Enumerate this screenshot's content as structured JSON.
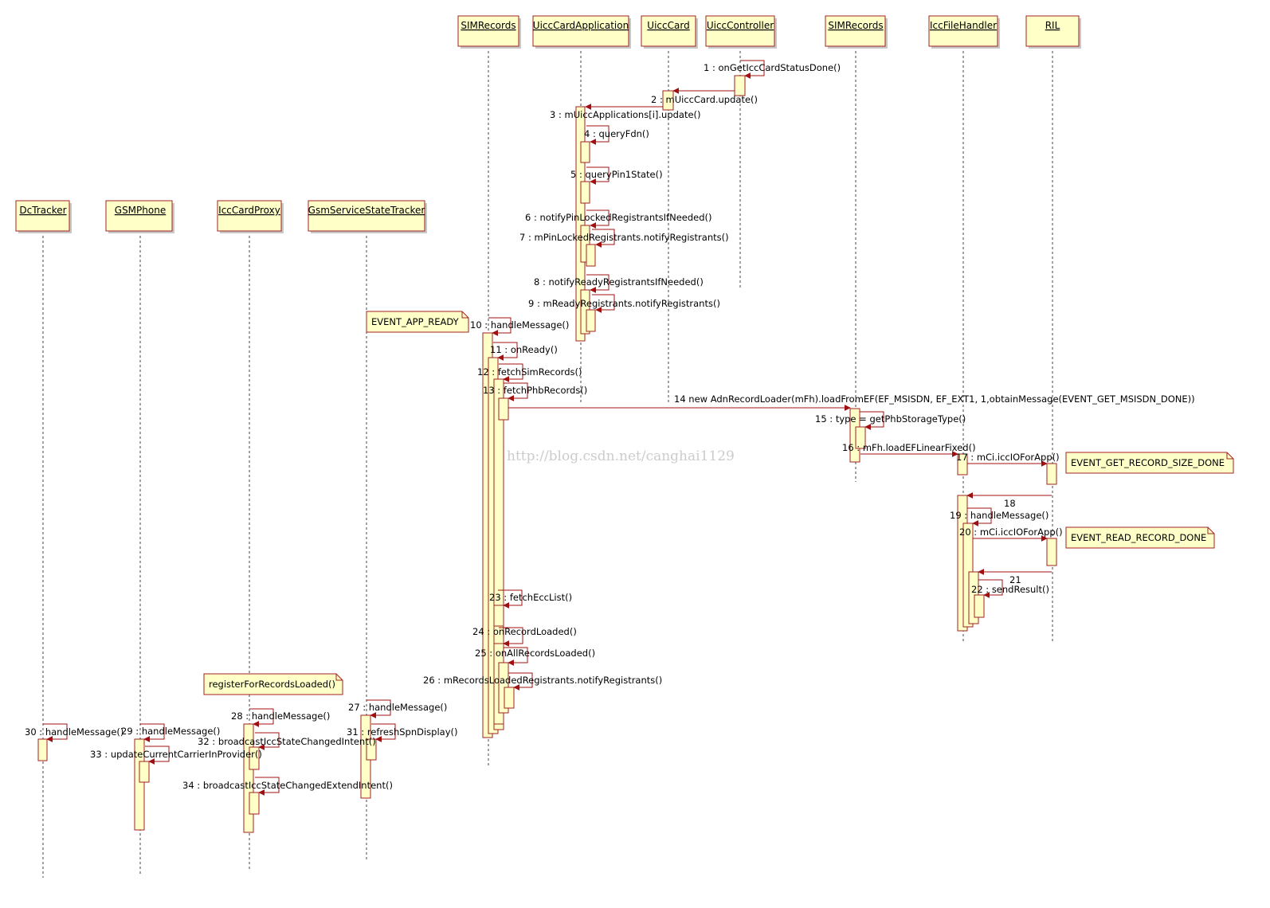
{
  "colors": {
    "box_fill": "#ffffc8",
    "box_border": "#a02222",
    "arrow": "#a01010",
    "lifeline": "#444444",
    "watermark": "#cccccc"
  },
  "watermark": "http://blog.csdn.net/canghai1129",
  "participants": [
    "SIMRecords",
    "UiccCardApplication",
    "UiccCard",
    "UiccController",
    "SIMRecords",
    "IccFileHandler",
    "RIL",
    "DcTracker",
    "GSMPhone",
    "IccCardProxy",
    "GsmServiceStateTracker"
  ],
  "notes": [
    "EVENT_APP_READY",
    "EVENT_GET_RECORD_SIZE_DONE",
    "EVENT_READ_RECORD_DONE",
    "registerForRecordsLoaded()"
  ],
  "messages": [
    "1 : onGetIccCardStatusDone()",
    "2 : mUiccCard.update()",
    "3 : mUiccApplications[i].update()",
    "4 : queryFdn()",
    "5 : queryPin1State()",
    "6 : notifyPinLockedRegistrantsIfNeeded()",
    "7 : mPinLockedRegistrants.notifyRegistrants()",
    "8 : notifyReadyRegistrantsIfNeeded()",
    "9 : mReadyRegistrants.notifyRegistrants()",
    "10 : handleMessage()",
    "11 : onReady()",
    "12 : fetchSimRecords()",
    "13 : fetchPhbRecords()",
    "14 new AdnRecordLoader(mFh).loadFromEF(EF_MSISDN, EF_EXT1, 1,obtainMessage(EVENT_GET_MSISDN_DONE))",
    "15 : type = getPhbStorageType()",
    "16 : mFh.loadEFLinearFixed()",
    "17 : mCi.iccIOForApp()",
    "18",
    "19 : handleMessage()",
    "20 : mCi.iccIOForApp()",
    "21",
    "22 : sendResult()",
    "23 : fetchEccList()",
    "24 : onRecordLoaded()",
    "25 : onAllRecordsLoaded()",
    "26 : mRecordsLoadedRegistrants.notifyRegistrants()",
    "27 : handleMessage()",
    "28 : handleMessage()",
    "29 : handleMessage()",
    "30 : handleMessage()",
    "31 : refreshSpnDisplay()",
    "32 : broadcastIccStateChangedIntent()",
    "33 : updateCurrentCarrierInProvider()",
    "34 : broadcastIccStateChangedExtendIntent()"
  ]
}
